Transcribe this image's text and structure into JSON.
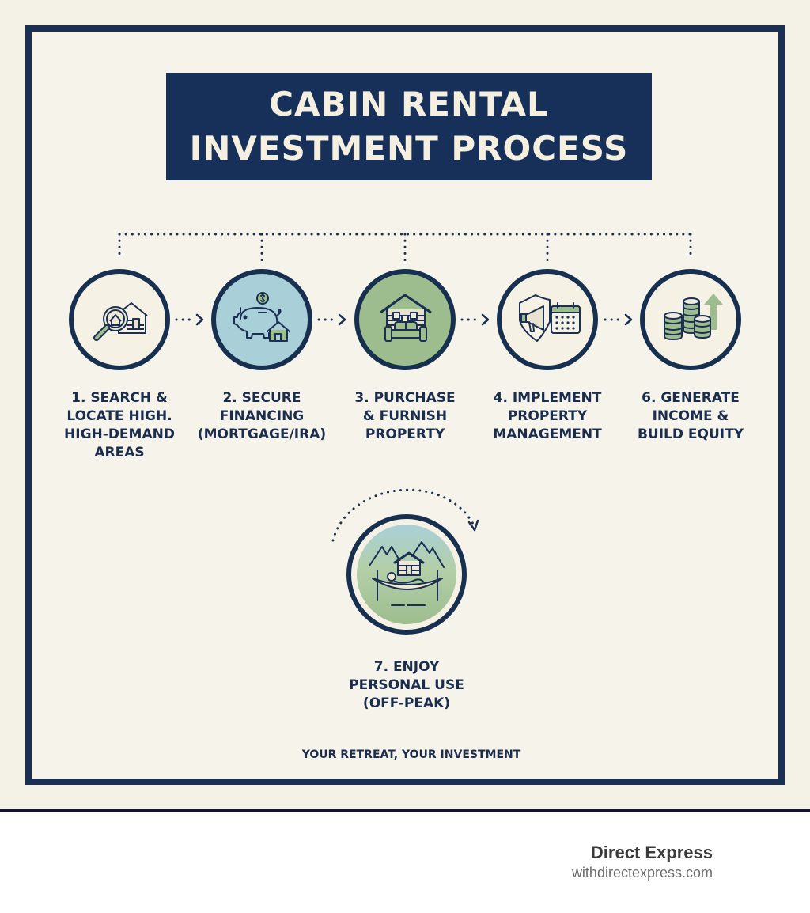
{
  "title": {
    "line1": "CABIN RENTAL",
    "line2": "INVESTMENT PROCESS"
  },
  "colors": {
    "navy": "#16305a",
    "background": "#f4f1e7",
    "sage": "#9dbd8e",
    "sky": "#a9d0d8",
    "cream": "#f5efe0"
  },
  "steps": [
    {
      "icon": "magnifier-house-icon",
      "fill": "cream",
      "label": [
        "1. SEARCH &",
        "LOCATE HIGH.",
        "HIGH-DEMAND",
        "AREAS"
      ]
    },
    {
      "icon": "piggy-bank-house-icon",
      "fill": "sky",
      "label": [
        "2. SECURE",
        "FINANCING",
        "(MORTGAGE/IRA)"
      ]
    },
    {
      "icon": "cabin-sofa-icon",
      "fill": "sage",
      "label": [
        "3. PURCHASE",
        "& FURNISH",
        "PROPERTY"
      ]
    },
    {
      "icon": "shield-megaphone-calendar-icon",
      "fill": "cream",
      "label": [
        "4. IMPLEMENT",
        "PROPERTY",
        "MANAGEMENT"
      ]
    },
    {
      "icon": "coin-stacks-arrow-up-icon",
      "fill": "cream",
      "label": [
        "6. GENERATE",
        "INCOME &",
        "BUILD EQUITY"
      ]
    },
    {
      "icon": "cabin-hammock-forest-icon",
      "fill": "sage-sky",
      "label": [
        "7. ENJOY",
        "PERSONAL USE",
        "(OFF-PEAK)"
      ]
    }
  ],
  "tagline": "YOUR RETREAT, YOUR INVESTMENT",
  "brand": {
    "name": "Direct Express",
    "url": "withdirectexpress.com"
  }
}
